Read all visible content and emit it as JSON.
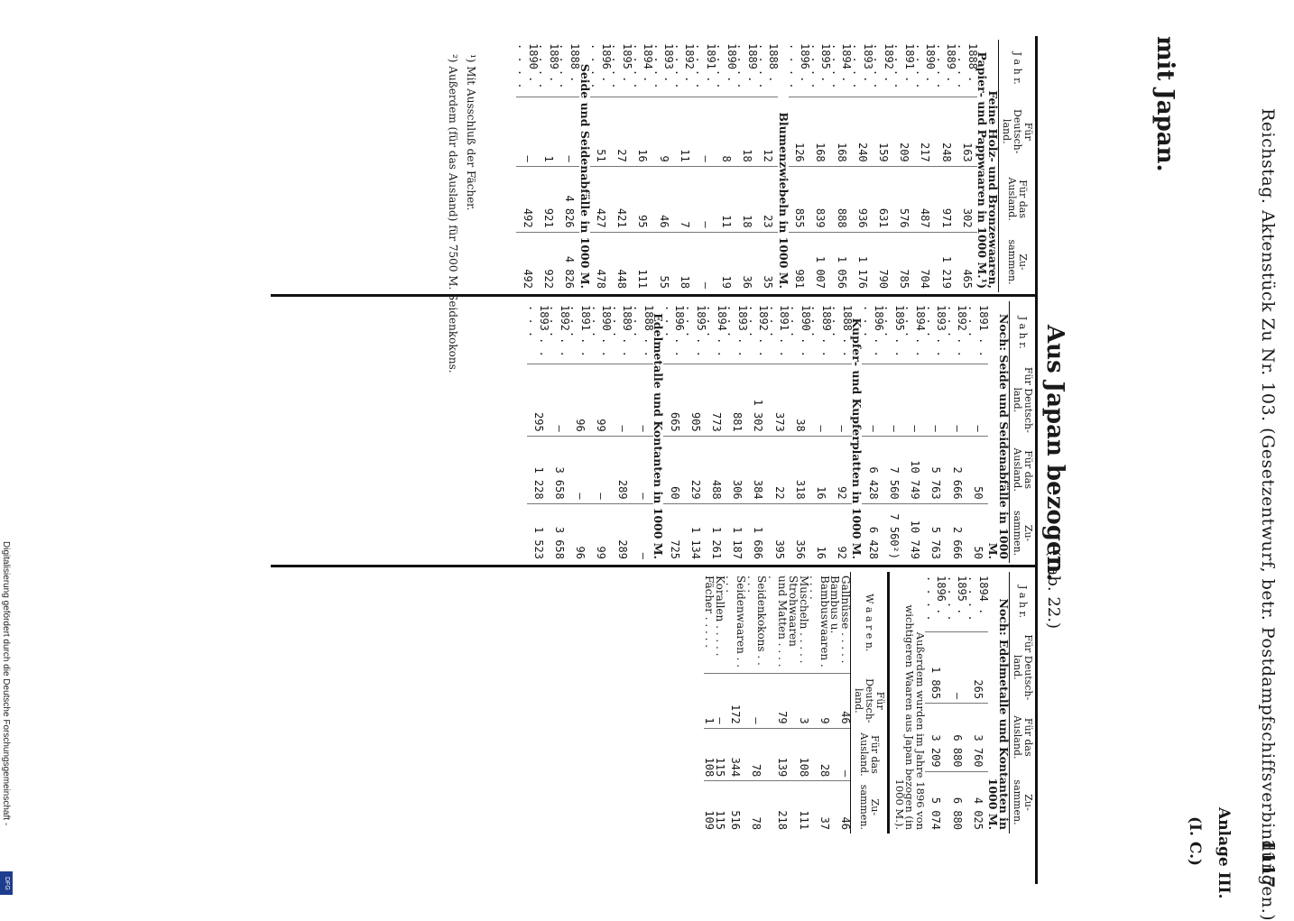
{
  "header": {
    "left": "Reichstag. Aktenstück Zu Nr. 103. (Gesetzentwurf, betr. Postdampfschiffsverbindungen.)",
    "page_number": "1117",
    "anlage": "Anlage III.",
    "anlage_sub": "(I. C.)"
  },
  "title": {
    "left": "mit Japan.",
    "right": "Aus Japan bezogen.",
    "tab": "(Tab. 22.)"
  },
  "col_headers": {
    "jahr": "J a h r.",
    "deutschland": "Für Deutsch- land.",
    "ausland": "Für das Ausland.",
    "zusammen": "Zu- sammen.",
    "waaren": "W a a r e n."
  },
  "col1": {
    "sections": [
      {
        "title": "Feine Holz- und Bronzewaaren, Papier- und Pappwaaren in 1000 M.¹)",
        "rows": [
          [
            "1888 . . . . .",
            "163",
            "302",
            "465"
          ],
          [
            "1889 . . . . .",
            "248",
            "971",
            "1 219"
          ],
          [
            "1890 . . . . .",
            "217",
            "487",
            "704"
          ],
          [
            "1891 . . . . .",
            "209",
            "576",
            "785"
          ],
          [
            "1892 . . . . .",
            "159",
            "631",
            "790"
          ],
          [
            "1893 . . . . .",
            "240",
            "936",
            "1 176"
          ],
          [
            "1894 . . . . .",
            "168",
            "888",
            "1 056"
          ],
          [
            "1895 . . . . .",
            "168",
            "839",
            "1 007"
          ],
          [
            "1896 . . . . .",
            "126",
            "855",
            "981"
          ]
        ]
      },
      {
        "title": "Blumenzwiebeln in 1000 M.",
        "rows": [
          [
            "1888 . . . . .",
            "12",
            "23",
            "35"
          ],
          [
            "1889 . . . . .",
            "18",
            "18",
            "36"
          ],
          [
            "1890 . . . . .",
            "8",
            "11",
            "19"
          ],
          [
            "1891 . . . . .",
            "—",
            "—",
            "—"
          ],
          [
            "1892 . . . . .",
            "11",
            "7",
            "18"
          ],
          [
            "1893 . . . . .",
            "9",
            "46",
            "55"
          ],
          [
            "1894 . . . . .",
            "16",
            "95",
            "111"
          ],
          [
            "1895 . . . . .",
            "27",
            "421",
            "448"
          ],
          [
            "1896 . . . . .",
            "51",
            "427",
            "478"
          ]
        ]
      },
      {
        "title": "Seide und Seidenabfälle in 1000 M.",
        "rows": [
          [
            "1888 . . . . .",
            "—",
            "4 826",
            "4 826"
          ],
          [
            "1889 . . . . .",
            "1",
            "921",
            "922"
          ],
          [
            "1890 . . . . .",
            "—",
            "492",
            "492"
          ]
        ]
      }
    ]
  },
  "col2": {
    "sections": [
      {
        "title": "Noch: Seide und Seidenabfälle in 1000 M.",
        "rows": [
          [
            "1891 . . . . .",
            "—",
            "50",
            "50"
          ],
          [
            "1892 . . . . .",
            "—",
            "2 666",
            "2 666"
          ],
          [
            "1893 . . . . .",
            "—",
            "5 763",
            "5 763"
          ],
          [
            "1894 . . . . .",
            "—",
            "10 749",
            "10 749"
          ],
          [
            "1895 . . . . .",
            "—",
            "7 560",
            "7 560²)"
          ],
          [
            "1896 . . . . .",
            "—",
            "6 428",
            "6 428"
          ]
        ]
      },
      {
        "title": "Kupfer- und Kupferplatten in 1000 M.",
        "rows": [
          [
            "1888 . . . . .",
            "—",
            "92",
            "92"
          ],
          [
            "1889 . . . . .",
            "—",
            "16",
            "16"
          ],
          [
            "1890 . . . . .",
            "38",
            "318",
            "356"
          ],
          [
            "1891 . . . . .",
            "373",
            "22",
            "395"
          ],
          [
            "1892 . . . . .",
            "1 302",
            "384",
            "1 686"
          ],
          [
            "1893 . . . . .",
            "881",
            "306",
            "1 187"
          ],
          [
            "1894 . . . . .",
            "773",
            "488",
            "1 261"
          ],
          [
            "1895 . . . . .",
            "905",
            "229",
            "1 134"
          ],
          [
            "1896 . . . . .",
            "665",
            "60",
            "725"
          ]
        ]
      },
      {
        "title": "Edelmetalle und Kontanten in 1000 M.",
        "rows": [
          [
            "1888 . . . . .",
            "—",
            "—",
            "—"
          ],
          [
            "1889 . . . . .",
            "—",
            "289",
            "289"
          ],
          [
            "1890 . . . . .",
            "99",
            "—",
            "99"
          ],
          [
            "1891 . . . . .",
            "96",
            "—",
            "96"
          ],
          [
            "1892 . . . . .",
            "—",
            "3 658",
            "3 658"
          ],
          [
            "1893 . . . . .",
            "295",
            "1 228",
            "1 523"
          ]
        ]
      }
    ]
  },
  "col3": {
    "section_title": "Noch: Edelmetalle und Kontanten in 1000 M.",
    "rows": [
      [
        "1894 . . . . .",
        "265",
        "3 760",
        "4 025"
      ],
      [
        "1895 . . . . .",
        "—",
        "6 880",
        "6 880"
      ],
      [
        "1896 . . . . .",
        "1 865",
        "3 209",
        "5 074"
      ]
    ],
    "note": "Außerdem wurden im Jahre 1896 von wichtigeren Waaren aus Japan bezogen (in 1000 M.).",
    "waaren_rows": [
      [
        "Gallnüsse . . . . .",
        "46",
        "—",
        "46"
      ],
      [
        "Bambus u. Bambuswaaren . . . . .",
        "9",
        "28",
        "37"
      ],
      [
        "Muscheln . . . . .",
        "3",
        "108",
        "111"
      ],
      [
        "Strohwaaren und Matten . . . . .",
        "79",
        "139",
        "218"
      ],
      [
        "Seidenkokons . . . . .",
        "—",
        "78",
        "78"
      ],
      [
        "Seidenwaaren . . . . .",
        "172",
        "344",
        "516"
      ],
      [
        "Korallen . . . . .",
        "—",
        "115",
        "115"
      ],
      [
        "Fächer . . . . .",
        "1",
        "108",
        "109"
      ]
    ]
  },
  "footnotes": [
    "¹) Mit Ausschluß der Fächer.",
    "²) Außerdem (für das Ausland) für 7500 M. Seidenkokons."
  ],
  "sidebar_text": "Digitalisierung gefördert durch die Deutsche Forschungsgemeinschaft -",
  "sidebar_logo": "DFG"
}
